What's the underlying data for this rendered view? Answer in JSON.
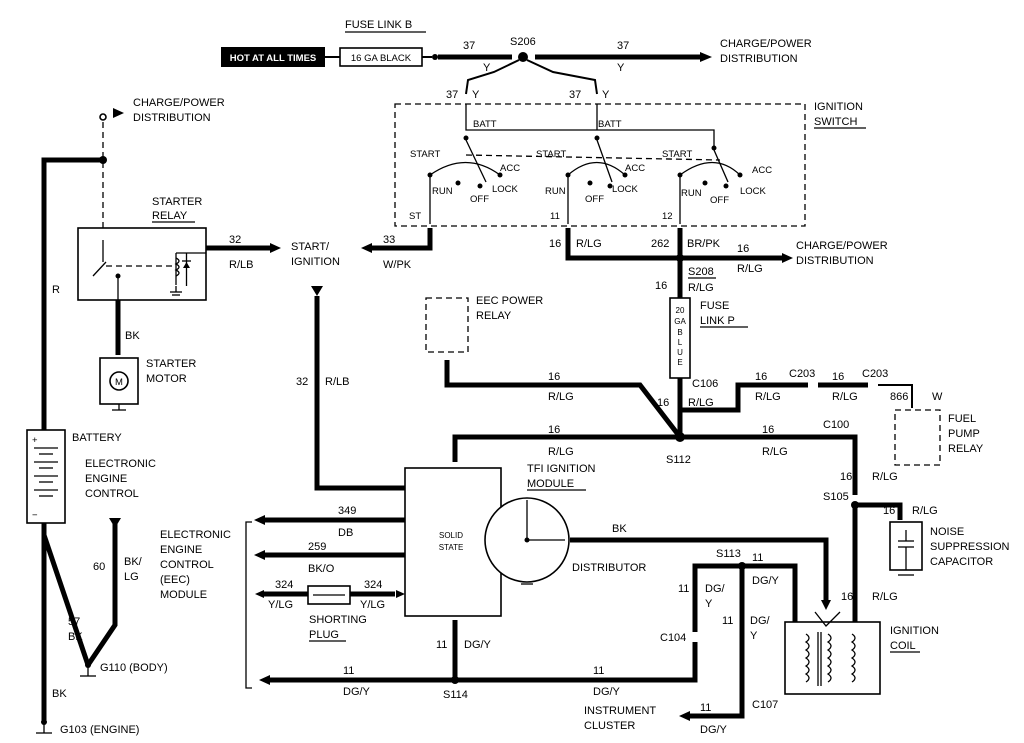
{
  "top": {
    "hot_tag": "HOT AT ALL TIMES",
    "fuse_link_b": "FUSE LINK B",
    "fuse_b_gauge": "16 GA BLACK",
    "s206": "S206",
    "w37a": "37",
    "w37b": "37",
    "y1": "Y",
    "y2": "Y",
    "charge_top": [
      "CHARGE/POWER",
      "DISTRIBUTION"
    ],
    "w37c": "37",
    "y3": "Y",
    "w37d": "37",
    "y4": "Y"
  },
  "ignition": {
    "label": [
      "IGNITION",
      "SWITCH"
    ],
    "batt": "BATT",
    "start": "START",
    "acc": "ACC",
    "run": "RUN",
    "lock": "LOCK",
    "off": "OFF",
    "st": "ST",
    "n11": "11",
    "n12": "12"
  },
  "left": {
    "charge": [
      "CHARGE/POWER",
      "DISTRIBUTION"
    ],
    "starter_relay": [
      "STARTER",
      "RELAY"
    ],
    "r": "R",
    "bk": "BK",
    "starter_motor": [
      "STARTER",
      "MOTOR"
    ],
    "m": "M",
    "battery": "BATTERY",
    "plus": "+",
    "minus": "−",
    "eec_side": [
      "ELECTRONIC",
      "ENGINE",
      "CONTROL"
    ],
    "w60": "60",
    "bklg": [
      "BK/",
      "LG"
    ],
    "w57": "57",
    "bk57": "BK",
    "g110": "G110 (BODY)",
    "bk_low": "BK",
    "g103": "G103 (ENGINE)"
  },
  "start_ign": {
    "w32": "32",
    "rlb": "R/LB",
    "label": [
      "START/",
      "IGNITION"
    ],
    "w33": "33",
    "wpk": "W/PK",
    "w32b": "32",
    "rlb2": "R/LB"
  },
  "power": {
    "w16a": "16",
    "rlg_a": "R/LG",
    "w262": "262",
    "brpk": "BR/PK",
    "w16b": "16",
    "rlg_b": "R/LG",
    "charge": [
      "CHARGE/POWER",
      "DISTRIBUTION"
    ],
    "s208": "S208",
    "w16c": "16",
    "rlg_c": "R/LG",
    "fuse_p": [
      "FUSE",
      "LINK P"
    ],
    "fuse_p_gauge": [
      "20",
      "GA",
      "B",
      "L",
      "U",
      "E"
    ],
    "c106": "C106",
    "eec_relay": [
      "EEC POWER",
      "RELAY"
    ],
    "w16d": "16",
    "rlg_d": "R/LG",
    "w16e": "16",
    "rlg_e": "R/LG",
    "c203a": "C203",
    "c203b": "C203",
    "w16f": "16",
    "rlg_f": "R/LG",
    "w16g": "16",
    "w866": "866",
    "w_col": "W",
    "fuel_relay": [
      "FUEL",
      "PUMP",
      "RELAY"
    ],
    "w16h": "16",
    "rlg_h": "R/LG",
    "s112": "S112",
    "w16i": "16",
    "rlg_i": "R/LG",
    "c100": "C100",
    "w16j": "16",
    "rlg_j": "R/LG",
    "s105": "S105",
    "w16k": "16",
    "rlg_k": "R/LG",
    "noise": [
      "NOISE",
      "SUPPRESSION",
      "CAPACITOR"
    ],
    "w16l": "16",
    "rlg_l": "R/LG"
  },
  "eec": {
    "tfi": [
      "TFI IGNITION",
      "MODULE"
    ],
    "solid": [
      "SOLID",
      "STATE"
    ],
    "distributor": "DISTRIBUTOR",
    "module": [
      "ELECTRONIC",
      "ENGINE",
      "CONTROL",
      "(EEC)",
      "MODULE"
    ],
    "w349": "349",
    "db": "DB",
    "w259": "259",
    "bko": "BK/O",
    "w324a": "324",
    "ylg_a": "Y/LG",
    "w324b": "324",
    "ylg_b": "Y/LG",
    "shorting": [
      "SHORTING",
      "PLUG"
    ],
    "bk": "BK"
  },
  "bottom": {
    "w11a": "11",
    "dgy_a": "DG/Y",
    "w11b": "11",
    "dgy_b": "DG/Y",
    "w11c": "11",
    "dgy_c": "DG/Y",
    "s114": "S114",
    "s113": "S113",
    "w11d": "11",
    "dgy_d": "DG/Y",
    "w11e": "11",
    "dgy_e": [
      "DG/",
      "Y"
    ],
    "w11f": "11",
    "dgy_f": [
      "DG/",
      "Y"
    ],
    "c104": "C104",
    "ign_coil": [
      "IGNITION",
      "COIL"
    ],
    "c107": "C107",
    "cluster": [
      "INSTRUMENT",
      "CLUSTER"
    ],
    "w11g": "11",
    "dgy_g": "DG/Y"
  }
}
